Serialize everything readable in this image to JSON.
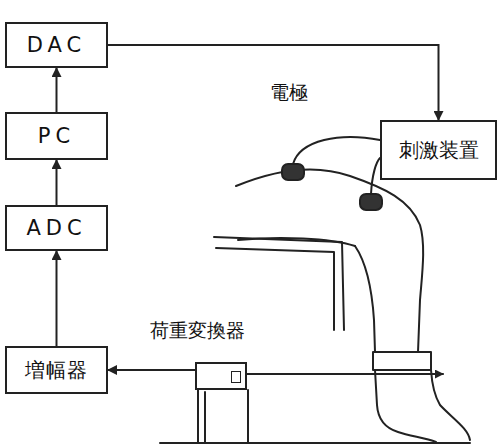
{
  "diagram": {
    "nodes": [
      {
        "text": [
          "DAC"
        ]
      },
      {
        "text": [
          "PC"
        ]
      },
      {
        "text": [
          "ADC"
        ]
      },
      {
        "text": [
          "増幅器"
        ]
      },
      {
        "text": [
          "刺激装置"
        ]
      },
      {
        "text": [
          "荷重変換器"
        ]
      }
    ],
    "edges": [
      {
        "from": 3,
        "to": 2,
        "arrow": "to"
      },
      {
        "from": 2,
        "to": 1,
        "arrow": "to"
      },
      {
        "from": 1,
        "to": 0,
        "arrow": "to"
      },
      {
        "from": 0,
        "to": 4,
        "arrow": "to"
      },
      {
        "from": 5,
        "to": 3,
        "arrow": "to"
      }
    ],
    "labels": [
      "電極"
    ]
  }
}
